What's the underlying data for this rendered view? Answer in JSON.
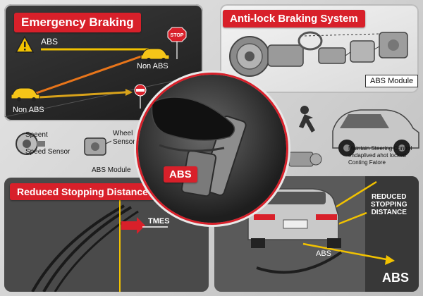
{
  "panels": {
    "emergency": {
      "title": "Emergency Braking",
      "abs_label": "ABS",
      "non_abs_top": "Non ABS",
      "non_abs_bottom": "Non ABS",
      "stop_sign_text": "STOP"
    },
    "antilock": {
      "title": "Anti-lock Braking System",
      "module_label": "ABS Module"
    },
    "sensors": {
      "speent": "Speent",
      "speed_sensor": "Speed Sensor",
      "wheel_sensor": "Wheel\nSensor",
      "abs_module": "ABS Module"
    },
    "center": {
      "abs_badge": "ABS"
    },
    "steering": {
      "caption": "Maintain Steering Control\nendaplived ahot locked\nConting Fatore"
    },
    "stopping": {
      "title": "Reduced Stopping Distance",
      "tmes": "TMES"
    },
    "rear": {
      "reduced": "REDUCED\nSTOPPING\nDISTANCE",
      "abs_small": "ABS",
      "abs_big": "ABS"
    }
  },
  "colors": {
    "brand_red": "#d8202a",
    "arrow_yellow": "#f2c200",
    "arrow_orange": "#e8751a",
    "car_yellow": "#f5c518"
  }
}
